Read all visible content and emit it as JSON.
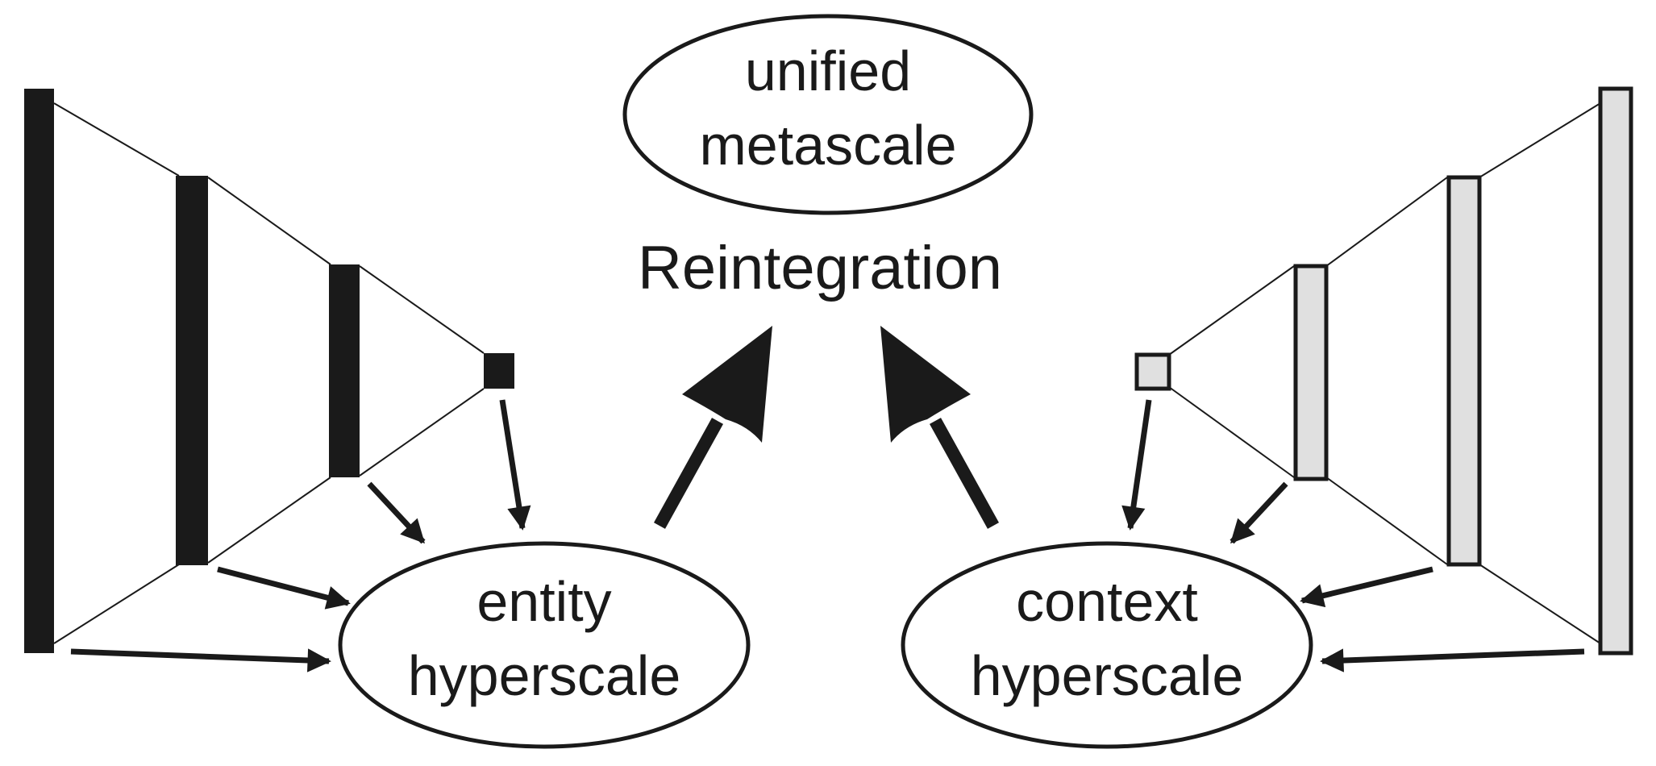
{
  "colors": {
    "ink": "#1a1a1a",
    "entity_fill": "#1a1a1a",
    "context_fill": "#e0e0e0",
    "background": "#ffffff"
  },
  "center": {
    "top_ellipse": {
      "line1": "unified",
      "line2": "metascale"
    },
    "label": "Reintegration"
  },
  "left_ellipse": {
    "line1": "entity",
    "line2": "hyperscale"
  },
  "right_ellipse": {
    "line1": "context",
    "line2": "hyperscale"
  },
  "icons": {
    "left_stack": "dark-bar-funnel",
    "right_stack": "light-bar-funnel"
  }
}
